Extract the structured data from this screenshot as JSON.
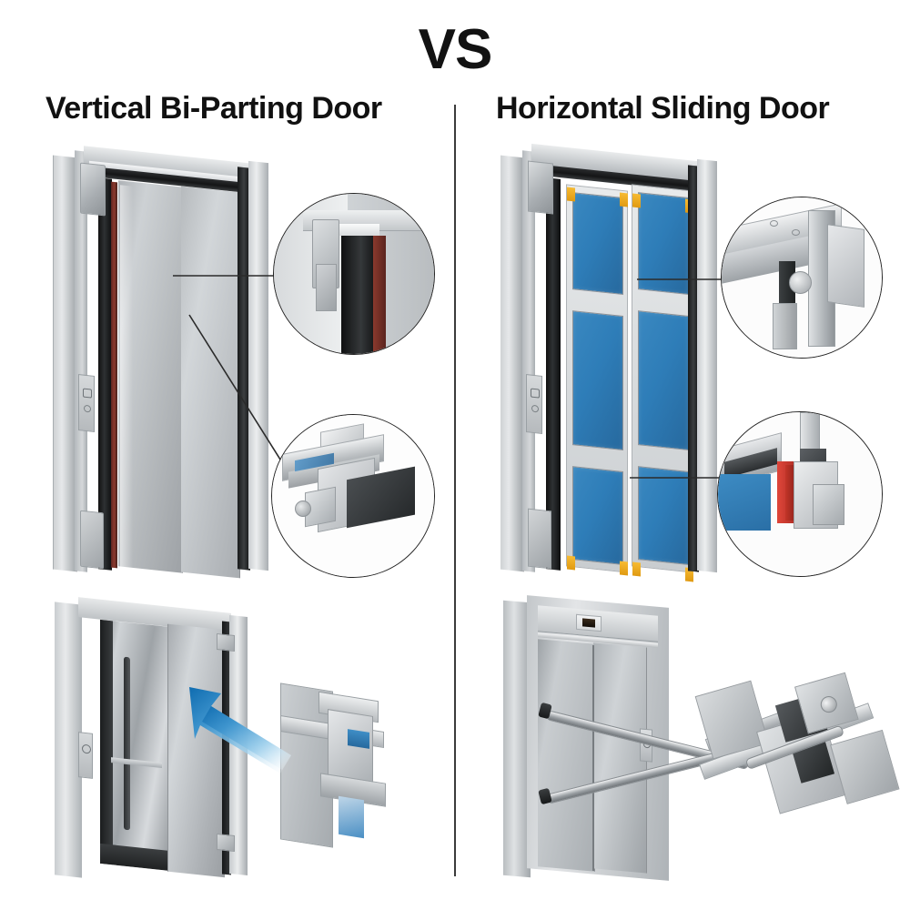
{
  "header": {
    "vs_label": "VS",
    "left_title": "Vertical Bi-Parting Door",
    "right_title": "Horizontal Sliding Door"
  },
  "colors": {
    "background": "#ffffff",
    "text": "#111111",
    "divider": "#3b3b3b",
    "panel_blue": "#2e7db8",
    "accent_orange": "#f0a81e",
    "gasket_red": "#c23528",
    "arrow_blue": "#1476bc",
    "metal_light": "#e6e8ea",
    "metal_mid": "#b0b4b8",
    "metal_dark": "#1b1d1e"
  },
  "left_column": {
    "title": "Vertical Bi-Parting Door",
    "main_view": {
      "name": "vertical-bi-parting-door-assembly",
      "description": "Steel landing door frame with two stacked sliding leaves, header track beam and side jamb",
      "parts": [
        "door-frame",
        "header-beam",
        "header-track-rail",
        "top-left-bracket",
        "bottom-left-bracket",
        "door-leaf-upper",
        "door-leaf-lower",
        "lock-plate",
        "right-jamb"
      ]
    },
    "callouts": [
      {
        "name": "corner-bracket-detail",
        "description": "Top corner bracket with track channel and red sealing strip"
      },
      {
        "name": "roller-carriage-detail",
        "description": "Guide rail with roller carriage and dark counterweight block"
      }
    ],
    "bottom_view": {
      "name": "open-elevator-landing-door",
      "description": "Elevator landing door shown open revealing cab interior, with blue arrow pointing to exploded door-operator module",
      "arrow": "blue-gradient-arrow"
    }
  },
  "right_column": {
    "title": "Horizontal Sliding Door",
    "main_view": {
      "name": "horizontal-sliding-door-assembly",
      "description": "Two glazed sliding leaves with blue infill panels, aluminium rails and orange corner caps",
      "leaf_count": 2,
      "panes_per_leaf": 3,
      "corner_caps": "orange",
      "parts": [
        "door-frame",
        "header-beam",
        "header-track-rail",
        "glazed-leaf-left",
        "glazed-leaf-right",
        "blue-infill-panel",
        "orange-corner-cap",
        "lock-plate",
        "right-jamb"
      ]
    },
    "callouts": [
      {
        "name": "track-roller-detail",
        "description": "CAD cutaway of the upper guide rail with roller and hanger bracket"
      },
      {
        "name": "panel-section-detail",
        "description": "Cross section showing blue panel, red gasket and aluminium profile clip"
      }
    ],
    "bottom_view": {
      "name": "closed-landing-door-with-operator",
      "description": "Closed elevator landing door with floor indicator, two leader rods pointing to exploded door-operator mechanism"
    }
  }
}
